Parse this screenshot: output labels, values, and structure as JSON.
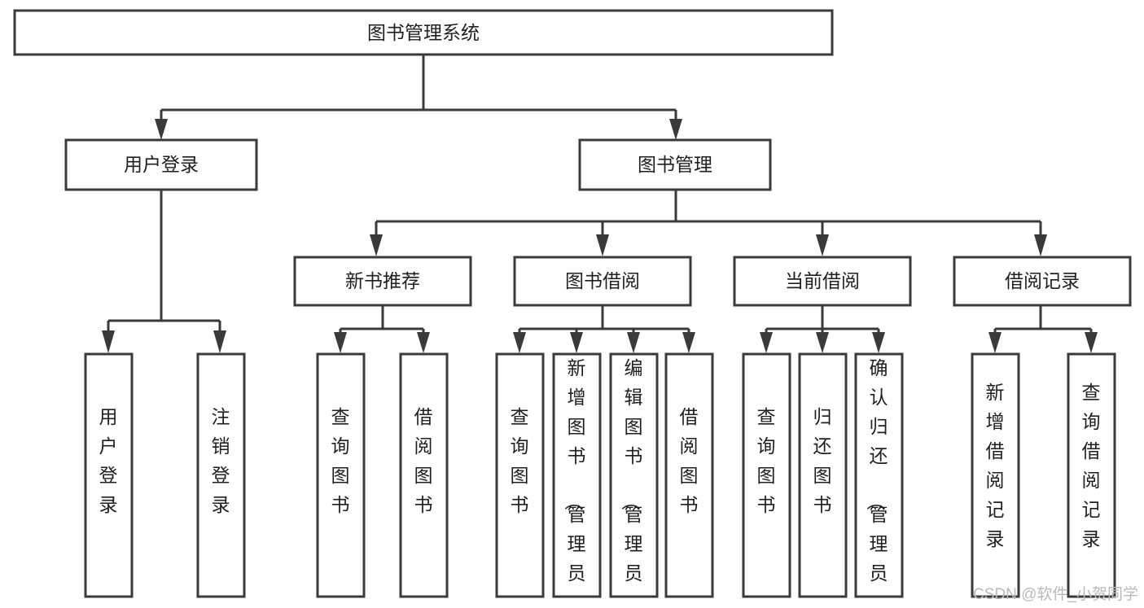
{
  "diagram": {
    "title": "图书管理系统",
    "type": "tree-hierarchy-diagram",
    "colors": {
      "stroke": "#3a3a3a",
      "fill": "#ffffff",
      "text": "#1f1f1f",
      "watermark": "#b9b9b9"
    },
    "root": {
      "label": "图书管理系统"
    },
    "level2": [
      {
        "label": "用户登录"
      },
      {
        "label": "图书管理"
      }
    ],
    "level3": [
      {
        "label": "新书推荐"
      },
      {
        "label": "图书借阅"
      },
      {
        "label": "当前借阅"
      },
      {
        "label": "借阅记录"
      }
    ],
    "leaves": {
      "user_login": [
        {
          "label": "用户登录"
        },
        {
          "label": "注销登录"
        }
      ],
      "new_book_recommend": [
        {
          "label": "查询图书"
        },
        {
          "label": "借阅图书"
        }
      ],
      "book_borrow": [
        {
          "label": "查询图书"
        },
        {
          "label": "新增图书（管理员）"
        },
        {
          "label": "编辑图书（管理员）"
        },
        {
          "label": "借阅图书"
        }
      ],
      "current_borrow": [
        {
          "label": "查询图书"
        },
        {
          "label": "归还图书"
        },
        {
          "label": "确认归还（管理员）"
        }
      ],
      "borrow_record": [
        {
          "label": "新增借阅记录"
        },
        {
          "label": "查询借阅记录"
        }
      ]
    },
    "watermark": "CSDN @软件_小贺同学"
  }
}
